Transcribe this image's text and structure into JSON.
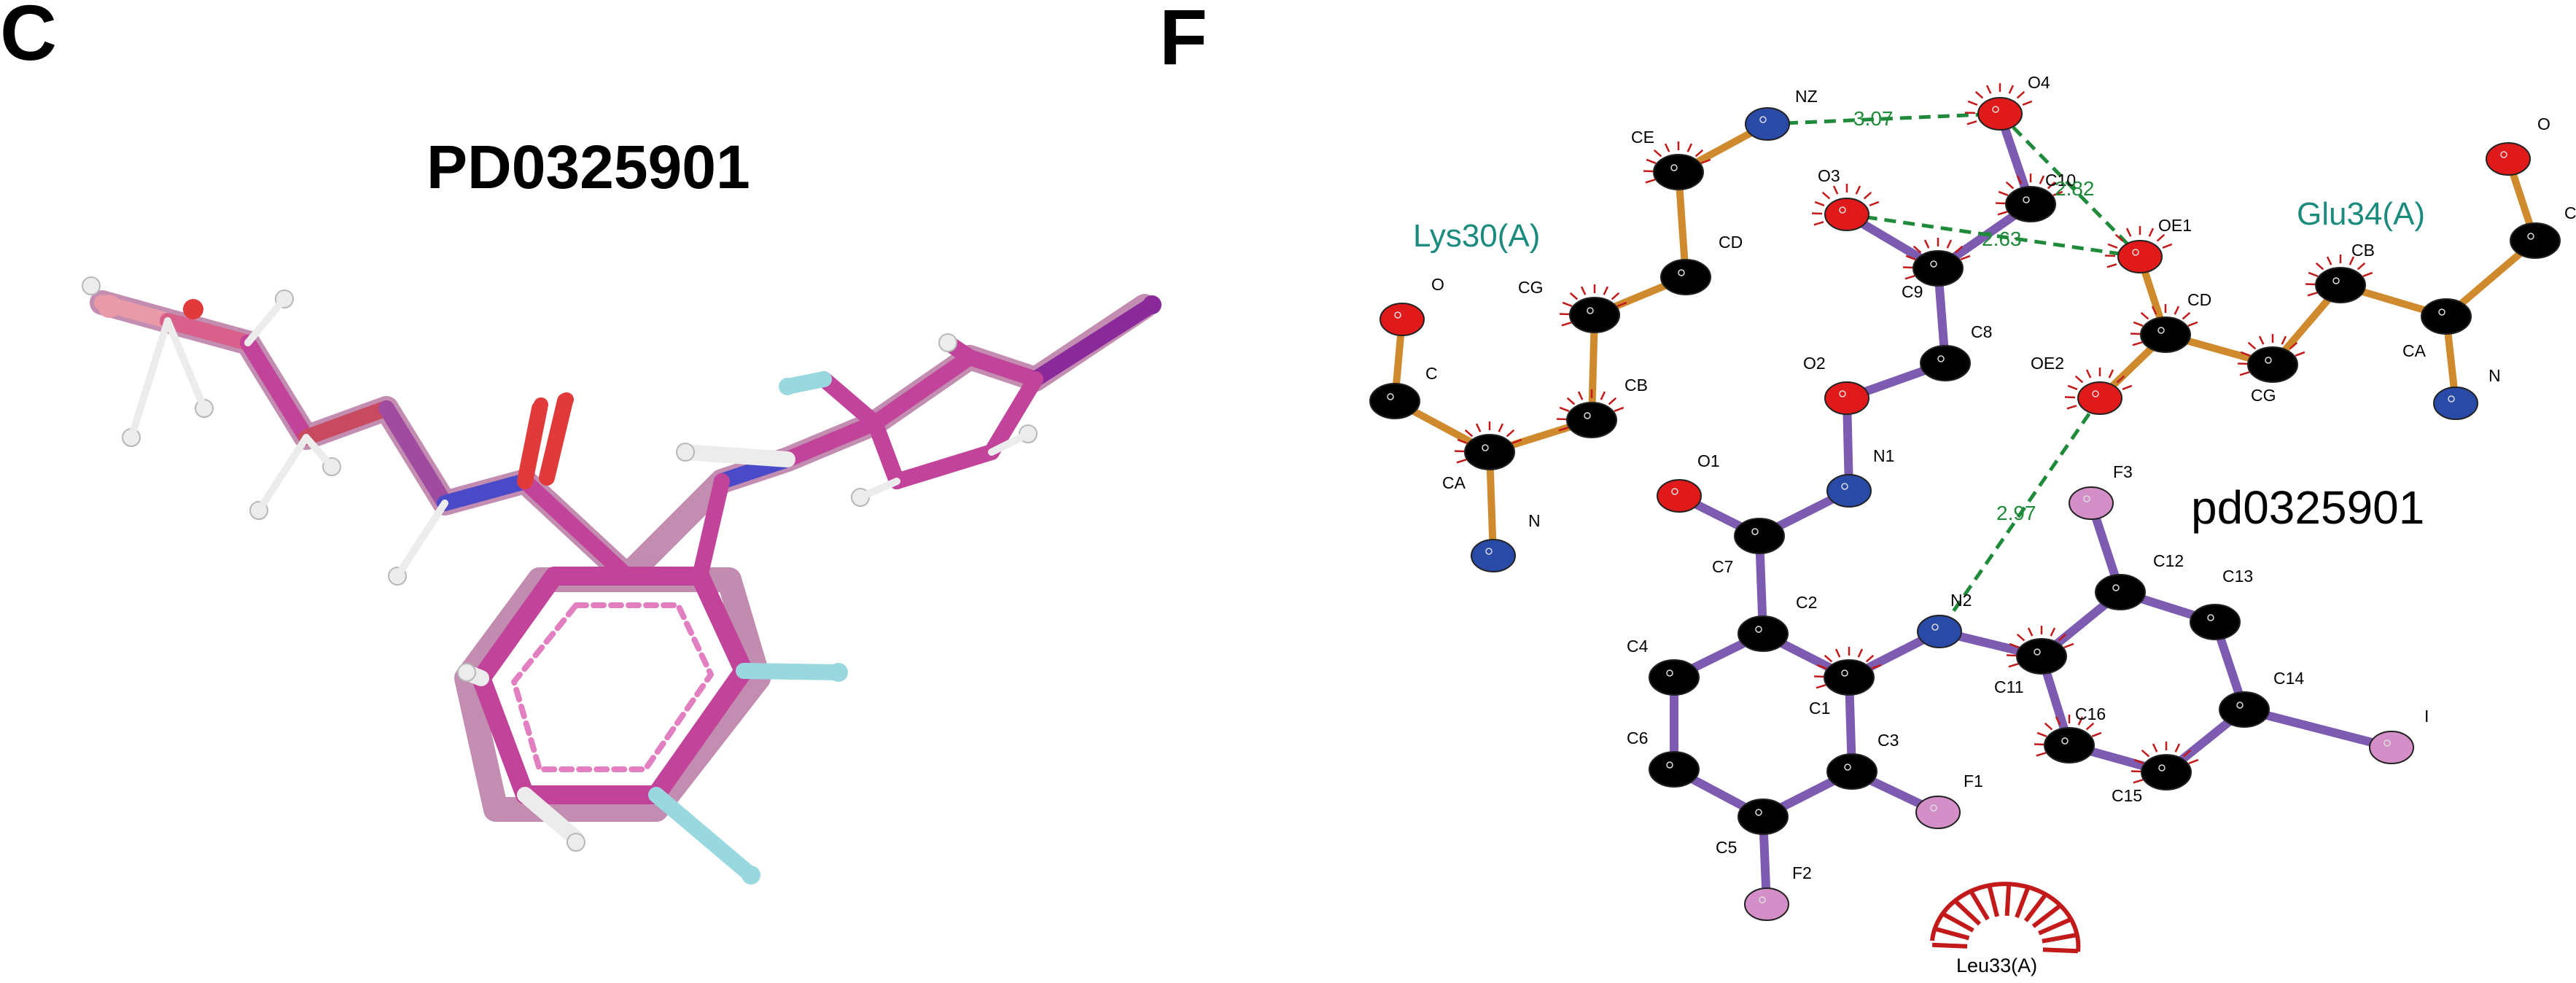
{
  "panel_left": {
    "letter": "C",
    "title": "PD0325901"
  },
  "panel_right": {
    "letter": "F",
    "ligand_name": "pd0325901",
    "residues": {
      "lys": "Lys30(A)",
      "glu": "Glu34(A)",
      "leu": "Leu33(A)"
    },
    "hbonds": {
      "nz_o4": "3.07",
      "o4_oe1": "2.82",
      "o3_oe1": "2.63",
      "oe2_n2": "2.97"
    },
    "atom_labels": {
      "O": "O",
      "C": "C",
      "CA": "CA",
      "N": "N",
      "CB": "CB",
      "CG": "CG",
      "CD": "CD",
      "CE": "CE",
      "NZ": "NZ",
      "O4": "O4",
      "C10": "C10",
      "O3": "O3",
      "C9": "C9",
      "C8": "C8",
      "O2": "O2",
      "N1": "N1",
      "O1": "O1",
      "C7": "C7",
      "C2": "C2",
      "C4": "C4",
      "C1": "C1",
      "C6": "C6",
      "C3": "C3",
      "C5": "C5",
      "F1": "F1",
      "F2": "F2",
      "N2": "N2",
      "C11": "C11",
      "C12": "C12",
      "F3": "F3",
      "C13": "C13",
      "C14": "C14",
      "C15": "C15",
      "C16": "C16",
      "I": "I",
      "OE1": "OE1",
      "OE2": "OE2",
      "G_CD": "CD",
      "G_CG": "CG",
      "G_CB": "CB",
      "G_CA": "CA",
      "G_N": "N",
      "G_C": "C",
      "G_O": "O"
    }
  },
  "colors": {
    "ligand_bond": "#7d5bb0",
    "residue_bond": "#d08a2e",
    "hbond": "#1f8a3a",
    "carbon": "#000000",
    "oxygen": "#e01a1a",
    "nitrogen": "#2a4aa8",
    "fluorine": "#d58fc8",
    "iodine": "#d58fc8",
    "hydrophobic": "#c21a1a",
    "stick_carbon": "#c2449a",
    "stick_oxygen": "#e03a3a",
    "stick_nitrogen": "#4a4ac8",
    "stick_fluorine": "#9ad8e0",
    "stick_iodine": "#8a2a9a",
    "stick_hydrogen": "#ececec"
  }
}
